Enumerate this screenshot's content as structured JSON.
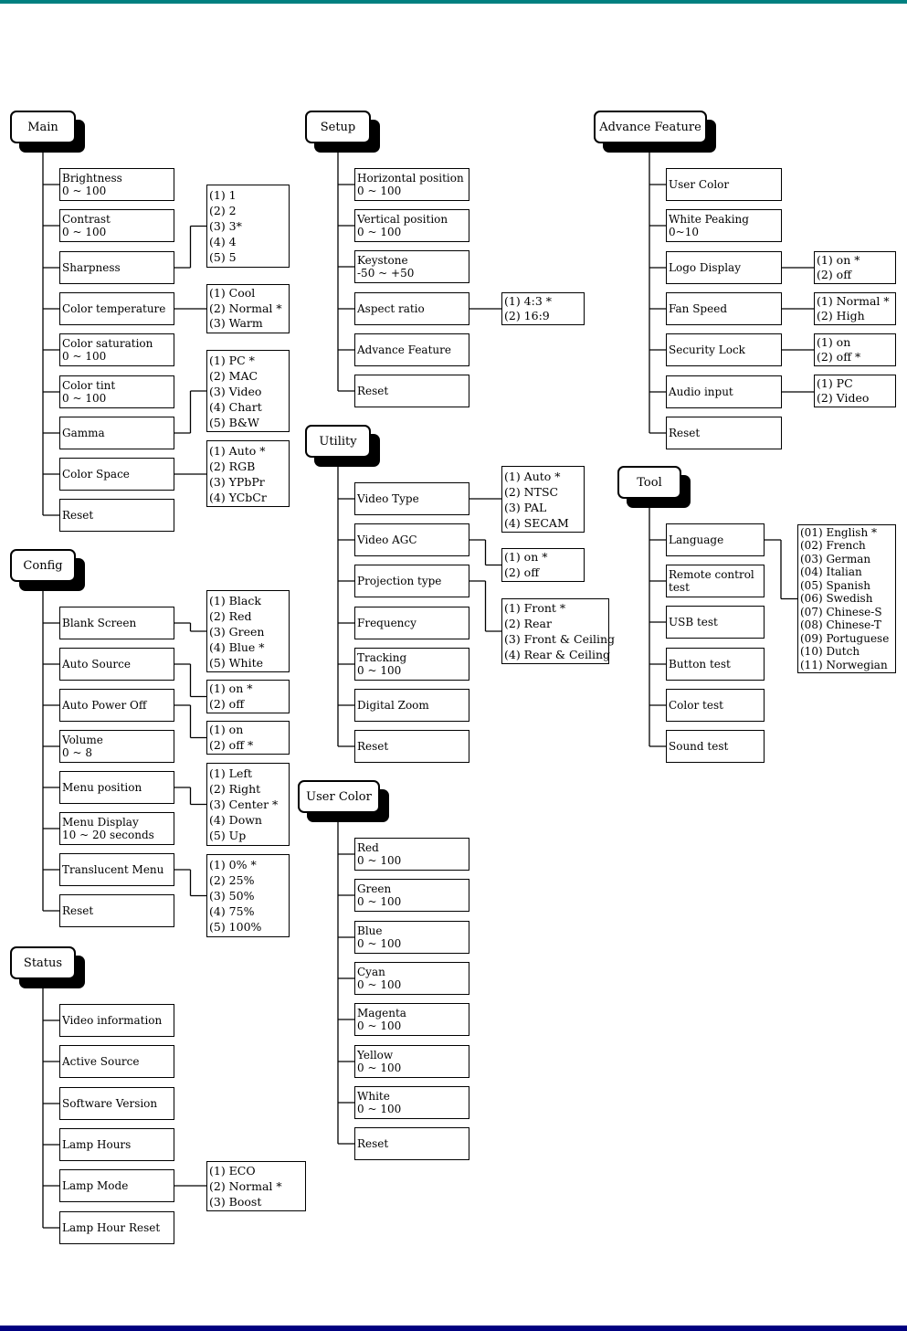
{
  "menus": [
    {
      "id": "main",
      "title": "Main",
      "items": [
        [
          "Brightness",
          "0 ~ 100"
        ],
        [
          "Contrast",
          "0 ~ 100"
        ],
        [
          "Sharpness"
        ],
        [
          "Color temperature"
        ],
        [
          "Color saturation",
          "0 ~ 100"
        ],
        [
          "Color tint",
          "0 ~ 100"
        ],
        [
          "Gamma"
        ],
        [
          "Color Space"
        ],
        [
          "Reset"
        ]
      ]
    },
    {
      "id": "config",
      "title": "Config",
      "items": [
        [
          "Blank Screen"
        ],
        [
          "Auto Source"
        ],
        [
          "Auto Power Off"
        ],
        [
          "Volume",
          "0 ~ 8"
        ],
        [
          "Menu position"
        ],
        [
          "Menu Display",
          "10 ~ 20 seconds"
        ],
        [
          "Translucent Menu"
        ],
        [
          "Reset"
        ]
      ]
    },
    {
      "id": "status",
      "title": "Status",
      "items": [
        [
          "Video information"
        ],
        [
          "Active Source"
        ],
        [
          "Software Version"
        ],
        [
          "Lamp Hours"
        ],
        [
          "Lamp Mode"
        ],
        [
          "Lamp Hour Reset"
        ]
      ]
    },
    {
      "id": "setup",
      "title": "Setup",
      "items": [
        [
          "Horizontal position",
          "0 ~ 100"
        ],
        [
          "Vertical position",
          " 0 ~ 100"
        ],
        [
          "Keystone",
          "-50 ~ +50"
        ],
        [
          "Aspect ratio"
        ],
        [
          "Advance Feature"
        ],
        [
          "Reset"
        ]
      ]
    },
    {
      "id": "utility",
      "title": "Utility",
      "items": [
        [
          "Video Type"
        ],
        [
          "Video AGC"
        ],
        [
          "Projection type"
        ],
        [
          "Frequency"
        ],
        [
          "Tracking",
          "0 ~ 100"
        ],
        [
          "Digital Zoom"
        ],
        [
          "Reset"
        ]
      ]
    },
    {
      "id": "usercolor",
      "title": "User Color",
      "items": [
        [
          "Red",
          "0 ~ 100"
        ],
        [
          "Green",
          "0 ~ 100"
        ],
        [
          "Blue",
          "0 ~ 100"
        ],
        [
          "Cyan",
          "0 ~ 100"
        ],
        [
          "Magenta",
          "0 ~ 100"
        ],
        [
          "Yellow",
          "0 ~ 100"
        ],
        [
          "White",
          "0 ~ 100"
        ],
        [
          "Reset"
        ]
      ]
    },
    {
      "id": "advance",
      "title": "Advance Feature",
      "items": [
        [
          "User Color"
        ],
        [
          "White Peaking",
          "0~10"
        ],
        [
          "Logo Display"
        ],
        [
          "Fan Speed"
        ],
        [
          "Security Lock"
        ],
        [
          "Audio input"
        ],
        [
          "Reset"
        ]
      ]
    },
    {
      "id": "tool",
      "title": "Tool",
      "items": [
        [
          "Language"
        ],
        [
          "Remote control",
          "test"
        ],
        [
          "USB test"
        ],
        [
          "Button  test"
        ],
        [
          "Color  test"
        ],
        [
          "Sound  test"
        ]
      ]
    }
  ],
  "options": [
    {
      "menu": "main",
      "item": 2,
      "lines": [
        "(1) 1",
        "(2) 2",
        "(3) 3*",
        "(4) 4",
        "(5) 5"
      ]
    },
    {
      "menu": "main",
      "item": 3,
      "lines": [
        "(1) Cool",
        "(2) Normal *",
        "(3) Warm"
      ]
    },
    {
      "menu": "main",
      "item": 6,
      "lines": [
        "(1) PC *",
        "(2) MAC",
        "(3) Video",
        "(4) Chart",
        "(5) B&W"
      ]
    },
    {
      "menu": "main",
      "item": 7,
      "lines": [
        "(1) Auto *",
        "(2) RGB",
        "(3) YPbPr",
        "(4) YCbCr"
      ]
    },
    {
      "menu": "config",
      "item": 0,
      "lines": [
        "(1) Black",
        "(2) Red",
        "(3) Green",
        "(4) Blue *",
        "(5) White"
      ]
    },
    {
      "menu": "config",
      "item": 1,
      "lines": [
        "(1) on *",
        "(2) off"
      ]
    },
    {
      "menu": "config",
      "item": 2,
      "lines": [
        "(1) on",
        "(2) off *"
      ]
    },
    {
      "menu": "config",
      "item": 4,
      "lines": [
        "(1) Left",
        "(2) Right",
        "(3) Center *",
        "(4) Down",
        "(5) Up"
      ]
    },
    {
      "menu": "config",
      "item": 6,
      "lines": [
        "(1) 0% *",
        "(2) 25%",
        "(3) 50%",
        "(4) 75%",
        "(5) 100%"
      ]
    },
    {
      "menu": "status",
      "item": 4,
      "lines": [
        "(1) ECO",
        "(2) Normal *",
        "(3) Boost"
      ]
    },
    {
      "menu": "setup",
      "item": 3,
      "lines": [
        "(1) 4:3 *",
        "(2) 16:9"
      ]
    },
    {
      "menu": "utility",
      "item": 0,
      "lines": [
        "(1) Auto *",
        "(2) NTSC",
        "(3) PAL",
        "(4) SECAM"
      ]
    },
    {
      "menu": "utility",
      "item": 1,
      "lines": [
        "(1) on *",
        "(2) off"
      ]
    },
    {
      "menu": "utility",
      "item": 2,
      "lines": [
        "(1) Front *",
        "(2) Rear",
        "(3) Front & Ceiling",
        "(4) Rear & Ceiling"
      ]
    },
    {
      "menu": "advance",
      "item": 2,
      "lines": [
        "(1) on *",
        "(2) off"
      ]
    },
    {
      "menu": "advance",
      "item": 3,
      "lines": [
        "(1) Normal *",
        "(2) High"
      ]
    },
    {
      "menu": "advance",
      "item": 4,
      "lines": [
        "(1) on",
        "(2) off *"
      ]
    },
    {
      "menu": "advance",
      "item": 5,
      "lines": [
        "(1) PC",
        "(2) Video"
      ]
    },
    {
      "menu": "tool",
      "item": 0,
      "lines": [
        "(01) English *",
        "(02) French",
        "(03) German",
        "(04) Italian",
        "(05) Spanish",
        "(06) Swedish",
        "(07) Chinese-S",
        "(08) Chinese-T",
        "(09) Portuguese",
        "(10) Dutch",
        "(11) Norwegian"
      ]
    }
  ]
}
